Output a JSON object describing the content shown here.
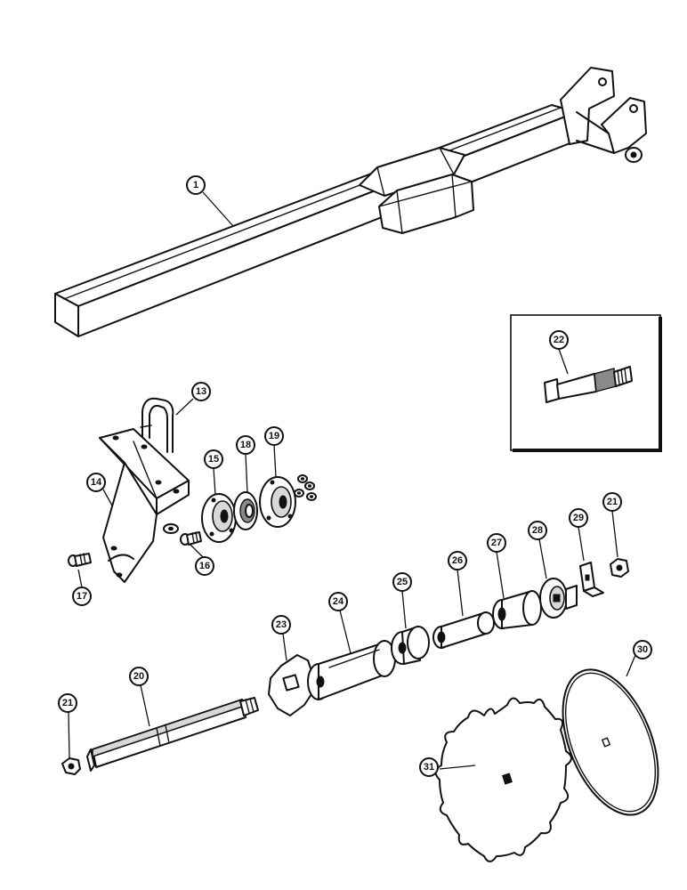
{
  "callouts": {
    "c1": "1",
    "c13": "13",
    "c14": "14",
    "c15": "15",
    "c16": "16",
    "c17": "17",
    "c18": "18",
    "c19": "19",
    "c20": "20",
    "c21a": "21",
    "c21b": "21",
    "c22": "22",
    "c23": "23",
    "c24": "24",
    "c25": "25",
    "c26": "26",
    "c27": "27",
    "c28": "28",
    "c29": "29",
    "c30": "30",
    "c31": "31"
  }
}
